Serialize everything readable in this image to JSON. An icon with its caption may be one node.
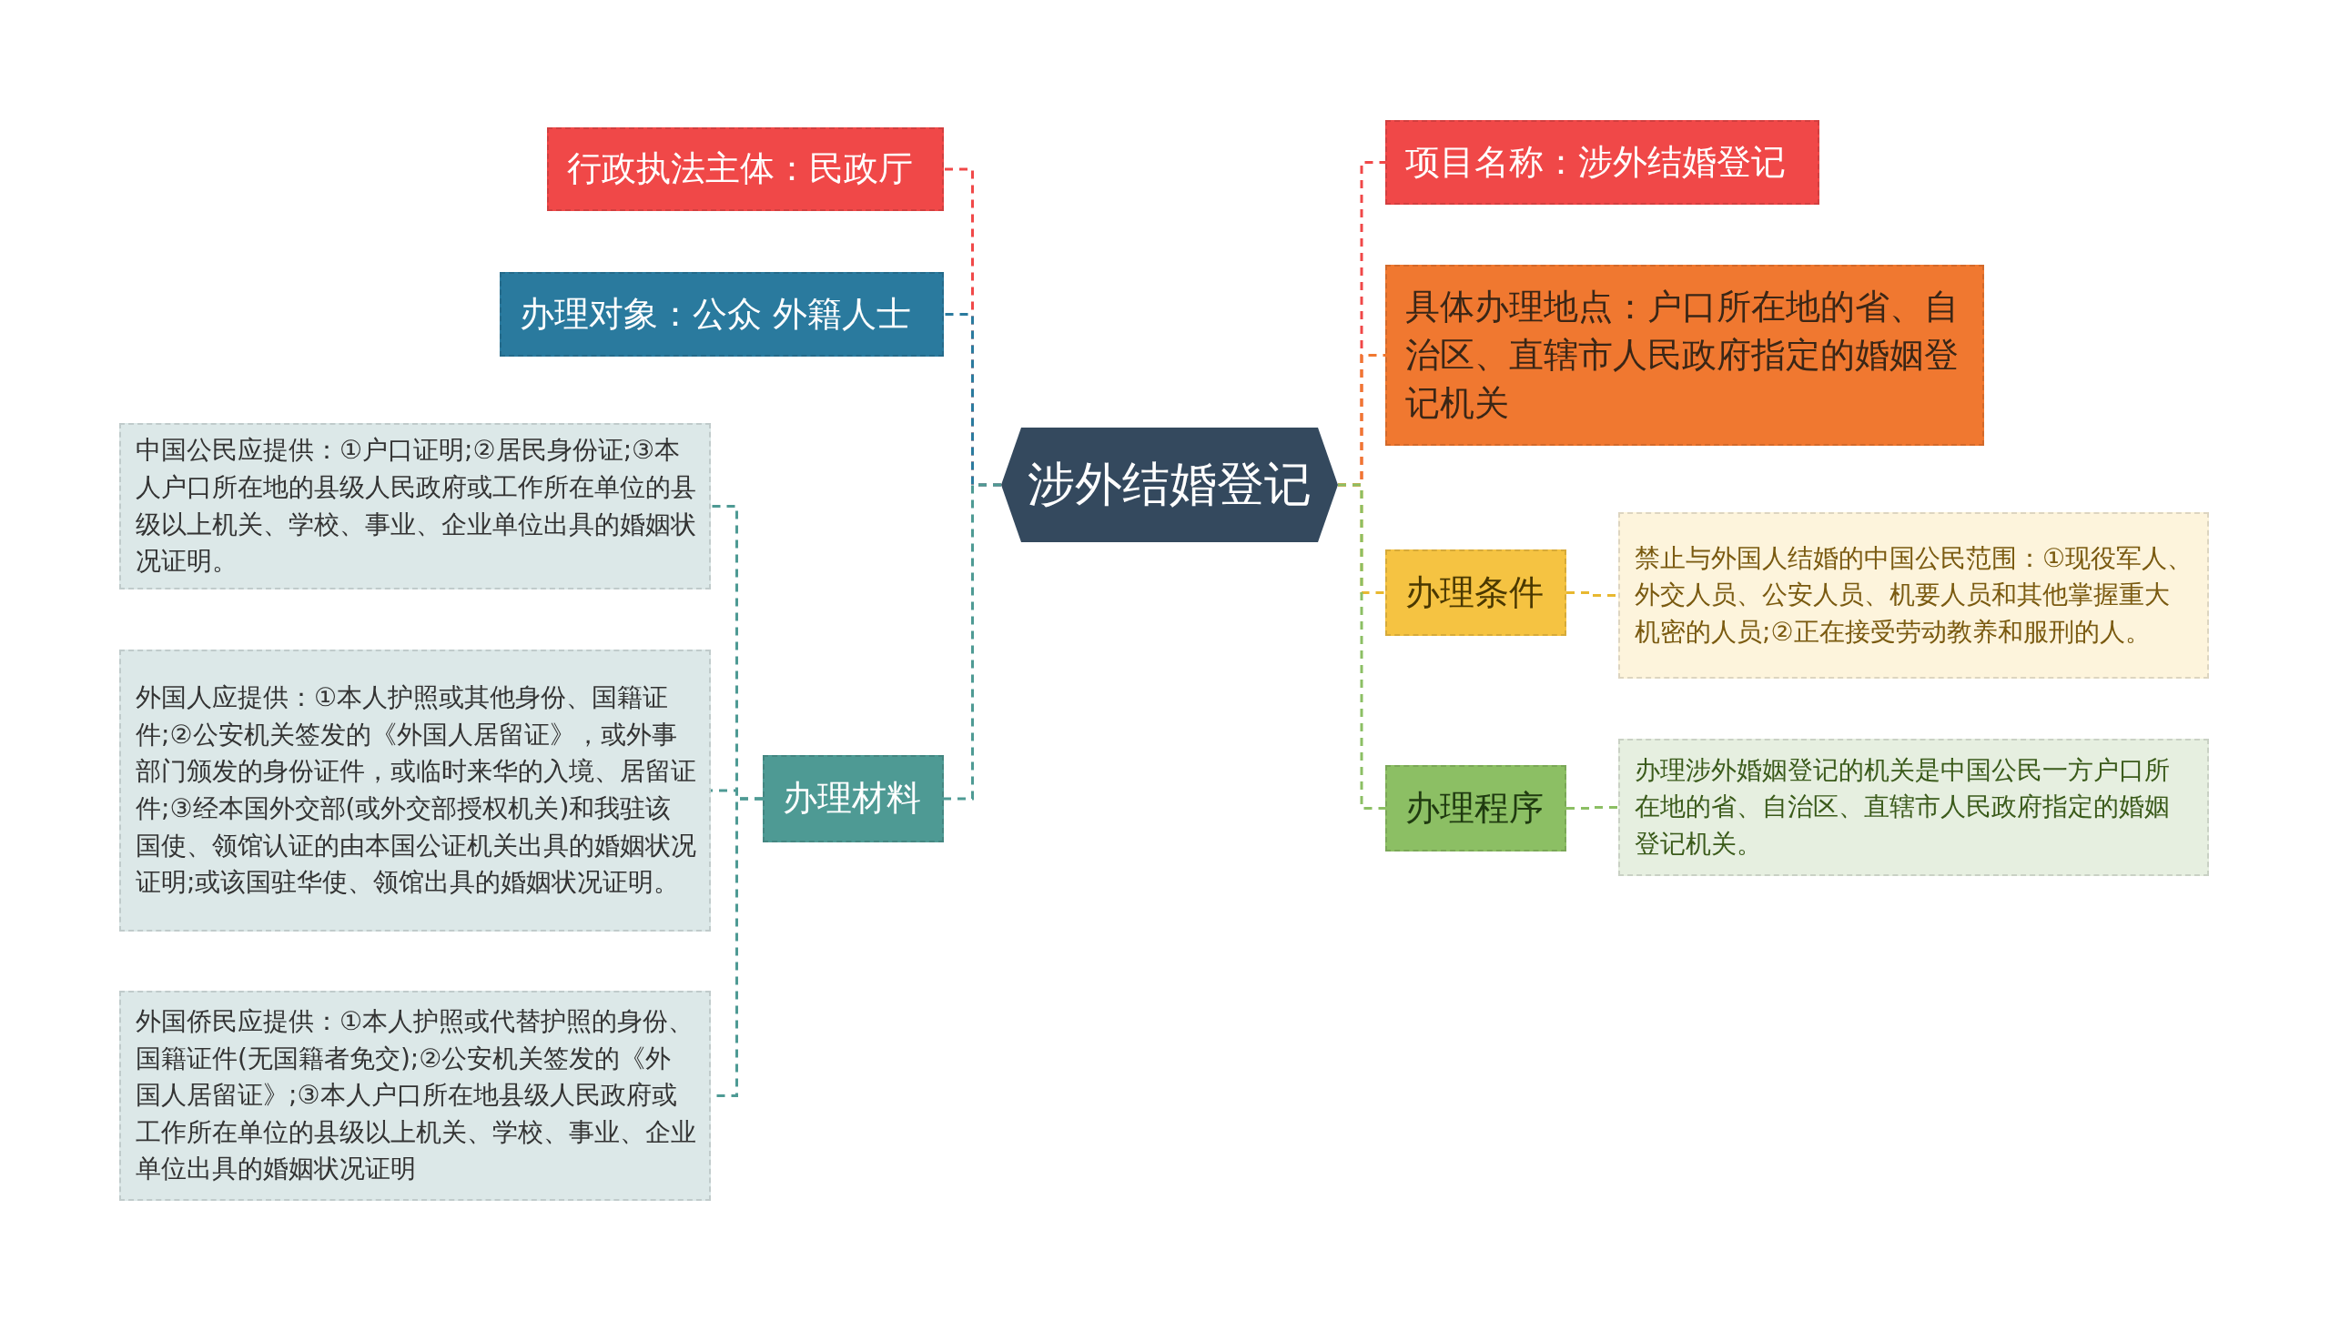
{
  "diagram": {
    "nodes": [
      {
        "text": [
          "涉外结婚登记"
        ]
      },
      {
        "text": [
          "行政执法主体：民政厅"
        ]
      },
      {
        "text": [
          "办理对象：公众 外籍人士"
        ]
      },
      {
        "text": [
          "办理材料"
        ]
      },
      {
        "text": [
          "中国公民应提供：①户口证明;②居民身份证;③本人户口所在地的县级人民政府或工作所在单位的县级以上机关、学校、事业、企业单位出具的婚姻状况证明。"
        ]
      },
      {
        "text": [
          "外国人应提供：①本人护照或其他身份、国籍证件;②公安机关签发的《外国人居留证》，或外事部门颁发的身份证件，或临时来华的入境、居留证件;③经本国外交部(或外交部授权机关)和我驻该国使、领馆认证的由本国公证机关出具的婚姻状况证明;或该国驻华使、领馆出具的婚姻状况证明。"
        ]
      },
      {
        "text": [
          "外国侨民应提供：①本人护照或代替护照的身份、国籍证件(无国籍者免交);②公安机关签发的《外国人居留证》;③本人户口所在地县级人民政府或工作所在单位的县级以上机关、学校、事业、企业单位出具的婚姻状况证明"
        ]
      },
      {
        "text": [
          "项目名称：涉外结婚登记"
        ]
      },
      {
        "text": [
          "具体办理地点：户口所在地的省、自治区、直辖市人民政府指定的婚姻登记机关"
        ]
      },
      {
        "text": [
          "办理条件"
        ]
      },
      {
        "text": [
          "禁止与外国人结婚的中国公民范围：①现役军人、外交人员、公安人员、机要人员和其他掌握重大机密的人员;②正在接受劳动教养和服刑的人。"
        ]
      },
      {
        "text": [
          "办理程序"
        ]
      },
      {
        "text": [
          "办理涉外婚姻登记的机关是中国公民一方户口所在地的省、自治区、直辖市人民政府指定的婚姻登记机关。"
        ]
      }
    ],
    "edges": [
      {
        "from": 0,
        "to": 1,
        "arrow": "none",
        "style": "dashed",
        "color": "#f04848"
      },
      {
        "from": 0,
        "to": 2,
        "arrow": "none",
        "style": "dashed",
        "color": "#2a7a9e"
      },
      {
        "from": 0,
        "to": 3,
        "arrow": "none",
        "style": "dashed",
        "color": "#4e9a94"
      },
      {
        "from": 3,
        "to": 4,
        "arrow": "none",
        "style": "dashed",
        "color": "#4e9a94"
      },
      {
        "from": 3,
        "to": 5,
        "arrow": "none",
        "style": "dashed",
        "color": "#4e9a94"
      },
      {
        "from": 3,
        "to": 6,
        "arrow": "none",
        "style": "dashed",
        "color": "#4e9a94"
      },
      {
        "from": 0,
        "to": 7,
        "arrow": "none",
        "style": "dashed",
        "color": "#f04848"
      },
      {
        "from": 0,
        "to": 8,
        "arrow": "none",
        "style": "dashed",
        "color": "#f07830"
      },
      {
        "from": 0,
        "to": 9,
        "arrow": "none",
        "style": "dashed",
        "color": "#e8b830"
      },
      {
        "from": 9,
        "to": 10,
        "arrow": "none",
        "style": "dashed",
        "color": "#e8b830"
      },
      {
        "from": 0,
        "to": 11,
        "arrow": "none",
        "style": "dashed",
        "color": "#8cbf64"
      },
      {
        "from": 11,
        "to": 12,
        "arrow": "none",
        "style": "dashed",
        "color": "#8cbf64"
      }
    ]
  }
}
